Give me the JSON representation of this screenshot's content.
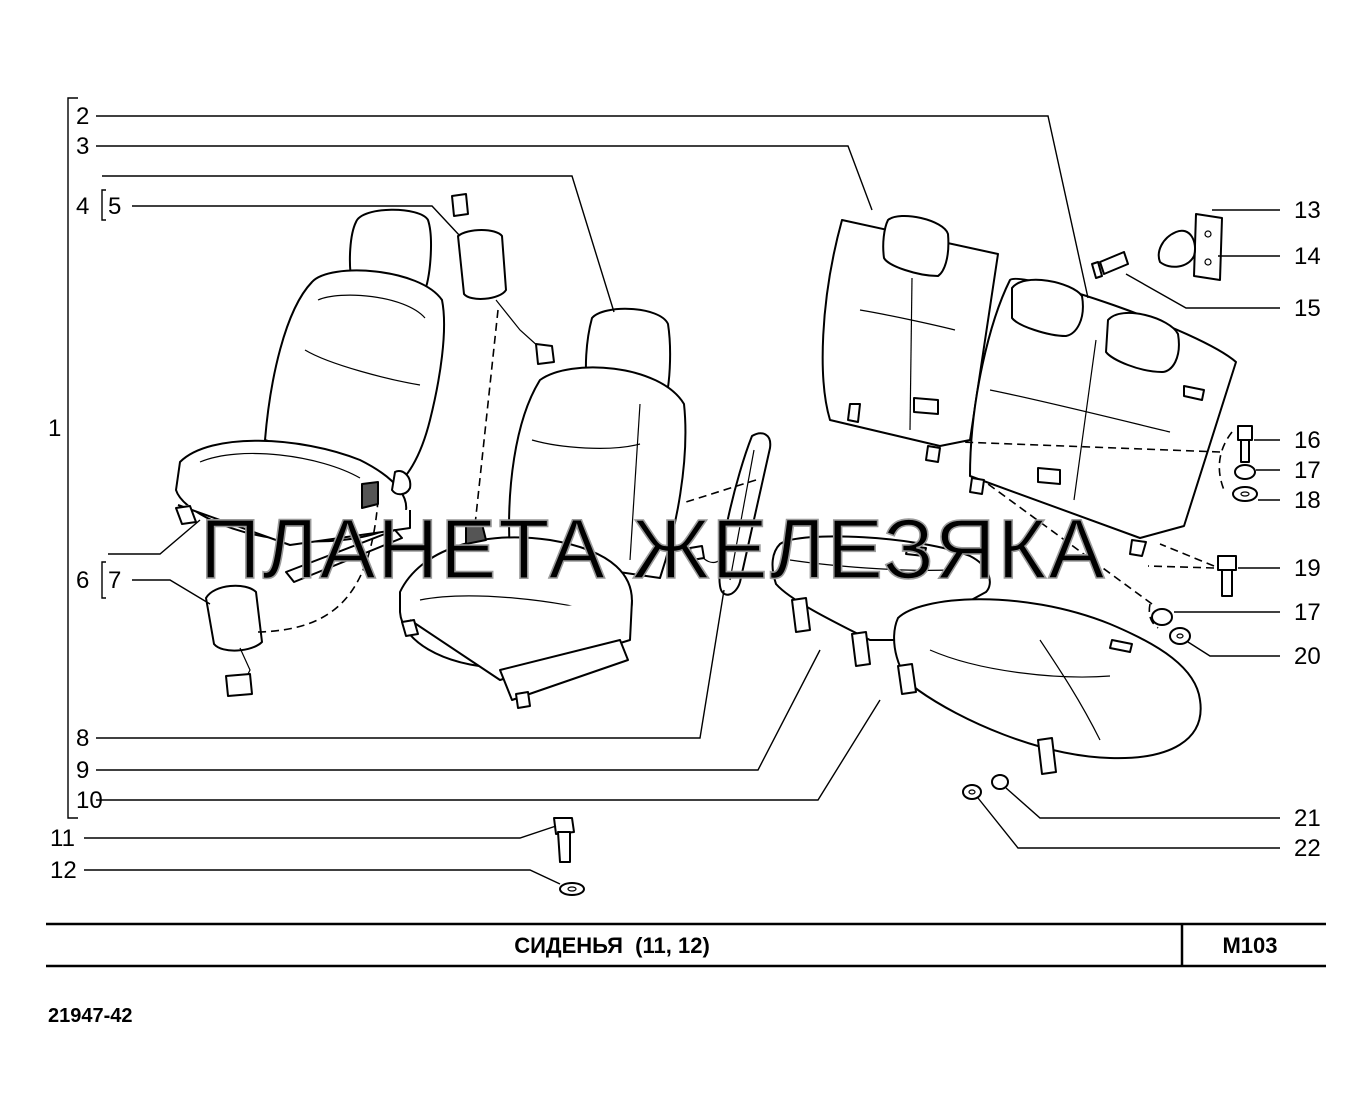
{
  "title_block": {
    "title": "СИДЕНЬЯ  (11, 12)",
    "code": "M103"
  },
  "document_number": "21947-42",
  "watermark": "ПЛАНЕТА ЖЕЛЕЗЯКА",
  "callouts": {
    "c1": "1",
    "c2": "2",
    "c3": "3",
    "c4": "4",
    "c5": "5",
    "c6": "6",
    "c7": "7",
    "c8": "8",
    "c9": "9",
    "c10": "10",
    "c11": "11",
    "c12": "12",
    "c13": "13",
    "c14": "14",
    "c15": "15",
    "c16": "16",
    "c17a": "17",
    "c18": "18",
    "c19": "19",
    "c17b": "17",
    "c20": "20",
    "c21": "21",
    "c22": "22"
  },
  "colors": {
    "line": "#000000",
    "watermark": "#9a9a9a",
    "background": "#ffffff"
  }
}
